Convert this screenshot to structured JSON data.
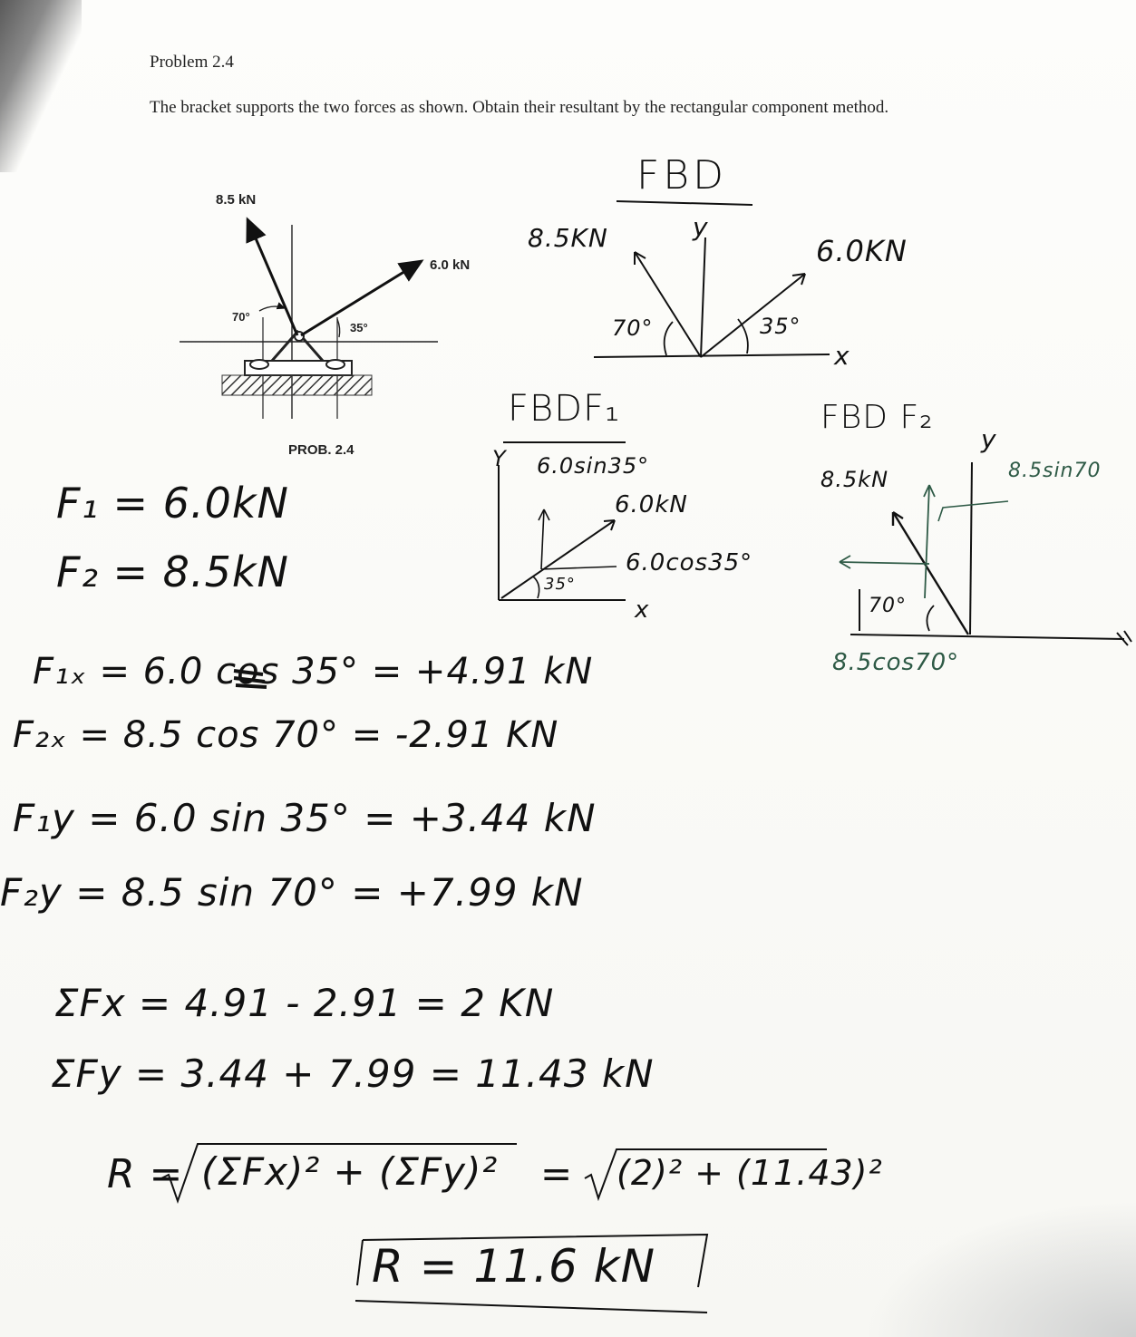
{
  "problem": {
    "heading": "Problem 2.4",
    "statement": "The bracket supports the two forces as shown. Obtain their resultant by the rectangular component method."
  },
  "figure": {
    "force_left": "8.5 kN",
    "force_right": "6.0 kN",
    "angle_left": "70°",
    "angle_right": "35°",
    "caption": "PROB. 2.4"
  },
  "fbd": {
    "title": "FBD",
    "force_left": "8.5KN",
    "force_right": "6.0KN",
    "axis_y": "y",
    "axis_x": "x",
    "angle_left": "70°",
    "angle_right": "35°"
  },
  "fbd_f1": {
    "title": "FBDF₁",
    "axis_y": "Y",
    "axis_x": "x",
    "comp_y": "6.0sin35°",
    "force": "6.0kN",
    "comp_x": "6.0cos35°",
    "angle": "35°"
  },
  "fbd_f2": {
    "title": "FBD F₂",
    "axis_y": "y",
    "force": "8.5kN",
    "comp_y": "8.5sin70",
    "angle": "70°",
    "comp_x": "8.5cos70°"
  },
  "givens": {
    "f1": "F₁ = 6.0kN",
    "f2": "F₂ = 8.5kN"
  },
  "components": {
    "f1x": "F₁ₓ = 6.0 cos 35° = +4.91 kN",
    "f2x": "F₂ₓ = 8.5 cos 70° = -2.91 KN",
    "f1y": "F₁y = 6.0 sin 35° = +3.44 kN",
    "f2y": "F₂y = 8.5 sin 70° = +7.99 kN"
  },
  "sums": {
    "sum_fx": "ΣFx = 4.91 - 2.91 = 2 KN",
    "sum_fy": "ΣFy = 3.44 + 7.99 = 11.43 kN"
  },
  "resultant": {
    "formula_lhs": "R = ",
    "formula_body": "(ΣFx)² + (ΣFy)²",
    "formula_eq": "= ",
    "formula_num": "(2)² + (11.43)²",
    "answer": "R = 11.6 kN"
  }
}
